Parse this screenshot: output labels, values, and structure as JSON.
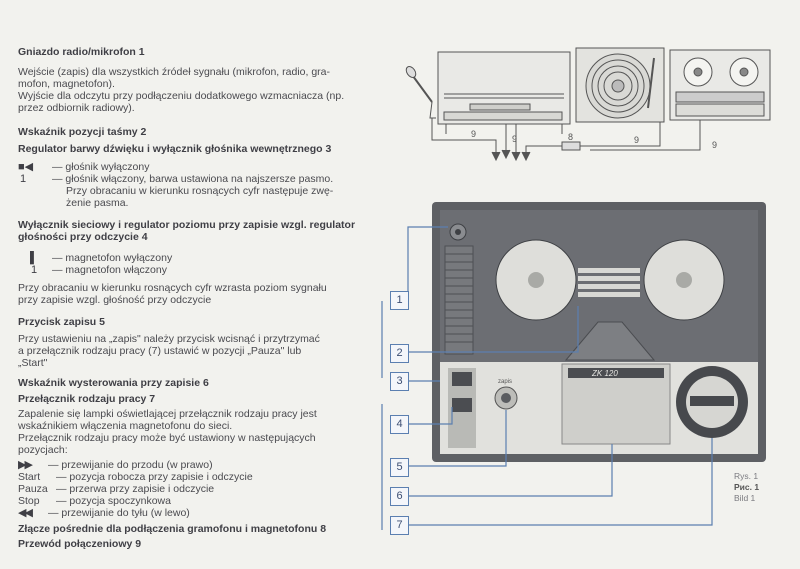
{
  "sections": {
    "s1_title": "Gniazdo radio/mikrofon 1",
    "s1_l1": "Wejście (zapis) dla wszystkich źródeł sygnału (mikrofon, radio, gra-",
    "s1_l2": "mofon, magnetofon).",
    "s1_l3": "Wyjście dla odczytu przy podłączeniu dodatkowego wzmacniacza (np.",
    "s1_l4": "przez odbiornik radiowy).",
    "s2_title": "Wskaźnik pozycji taśmy 2",
    "s3_title": "Regulator barwy dźwięku i wyłącznik głośnika wewnętrznego 3",
    "s3_sym1": "■◀",
    "s3_l1": "— głośnik wyłączony",
    "s3_sym2": "1",
    "s3_l2": "— głośnik włączony, barwa ustawiona na najszersze pasmo.",
    "s3_l3": "Przy obracaniu w kierunku rosnących cyfr następuje zwę-",
    "s3_l4": "żenie pasma.",
    "s4_title_l1": "Wyłącznik sieciowy i regulator poziomu przy zapisie wzgl. regulator",
    "s4_title_l2": "głośności przy odczycie 4",
    "s4_sym1": "▌",
    "s4_l1": "— magnetofon wyłączony",
    "s4_sym2": "1",
    "s4_l2": "— magnetofon włączony",
    "s4_l3": "Przy obracaniu w kierunku rosnących cyfr wzrasta poziom sygnału",
    "s4_l4": "przy zapisie wzgl. głośność przy odczycie",
    "s5_title": "Przycisk zapisu 5",
    "s5_l1": "Przy ustawieniu na „zapis\" należy przycisk wcisnąć i przytrzymać",
    "s5_l2": "a przełącznik rodzaju pracy (7) ustawić w pozycji „Pauza\" lub",
    "s5_l3": "„Start\"",
    "s6_title": "Wskaźnik wysterowania przy zapisie 6",
    "s7_title": "Przełącznik rodzaju pracy 7",
    "s7_l1": "Zapalenie się lampki oświetlającej przełącznik rodzaju pracy jest",
    "s7_l2": "wskaźnikiem włączenia magnetofonu do sieci.",
    "s7_l3": "Przełącznik rodzaju pracy może być ustawiony w następujących",
    "s7_l4": "pozycjach:",
    "s7_k1": "▶▶",
    "s7_v1": "— przewijanie do przodu (w prawo)",
    "s7_k2": "Start",
    "s7_v2": "— pozycja robocza przy zapisie i odczycie",
    "s7_k3": "Pauza",
    "s7_v3": "— przerwa przy zapisie i odczycie",
    "s7_k4": "Stop",
    "s7_v4": "— pozycja spoczynkowa",
    "s7_k5": "◀◀",
    "s7_v5": "— przewijanie do tyłu (w lewo)",
    "s8_title": "Złącze pośrednie dla podłączenia gramofonu i magnetofonu 8",
    "s9_title": "Przewód połączeniowy 9"
  },
  "diagram": {
    "conn_9a": "9",
    "conn_9b": "9",
    "conn_8": "8",
    "conn_9c": "9",
    "conn_9d": "9",
    "model": "ZK 120",
    "zapis": "zapis"
  },
  "callouts": [
    "1",
    "2",
    "3",
    "4",
    "5",
    "6",
    "7"
  ],
  "figure_caption": {
    "l1": "Rys. 1",
    "l2": "Рис. 1",
    "l3": "Bild 1"
  }
}
